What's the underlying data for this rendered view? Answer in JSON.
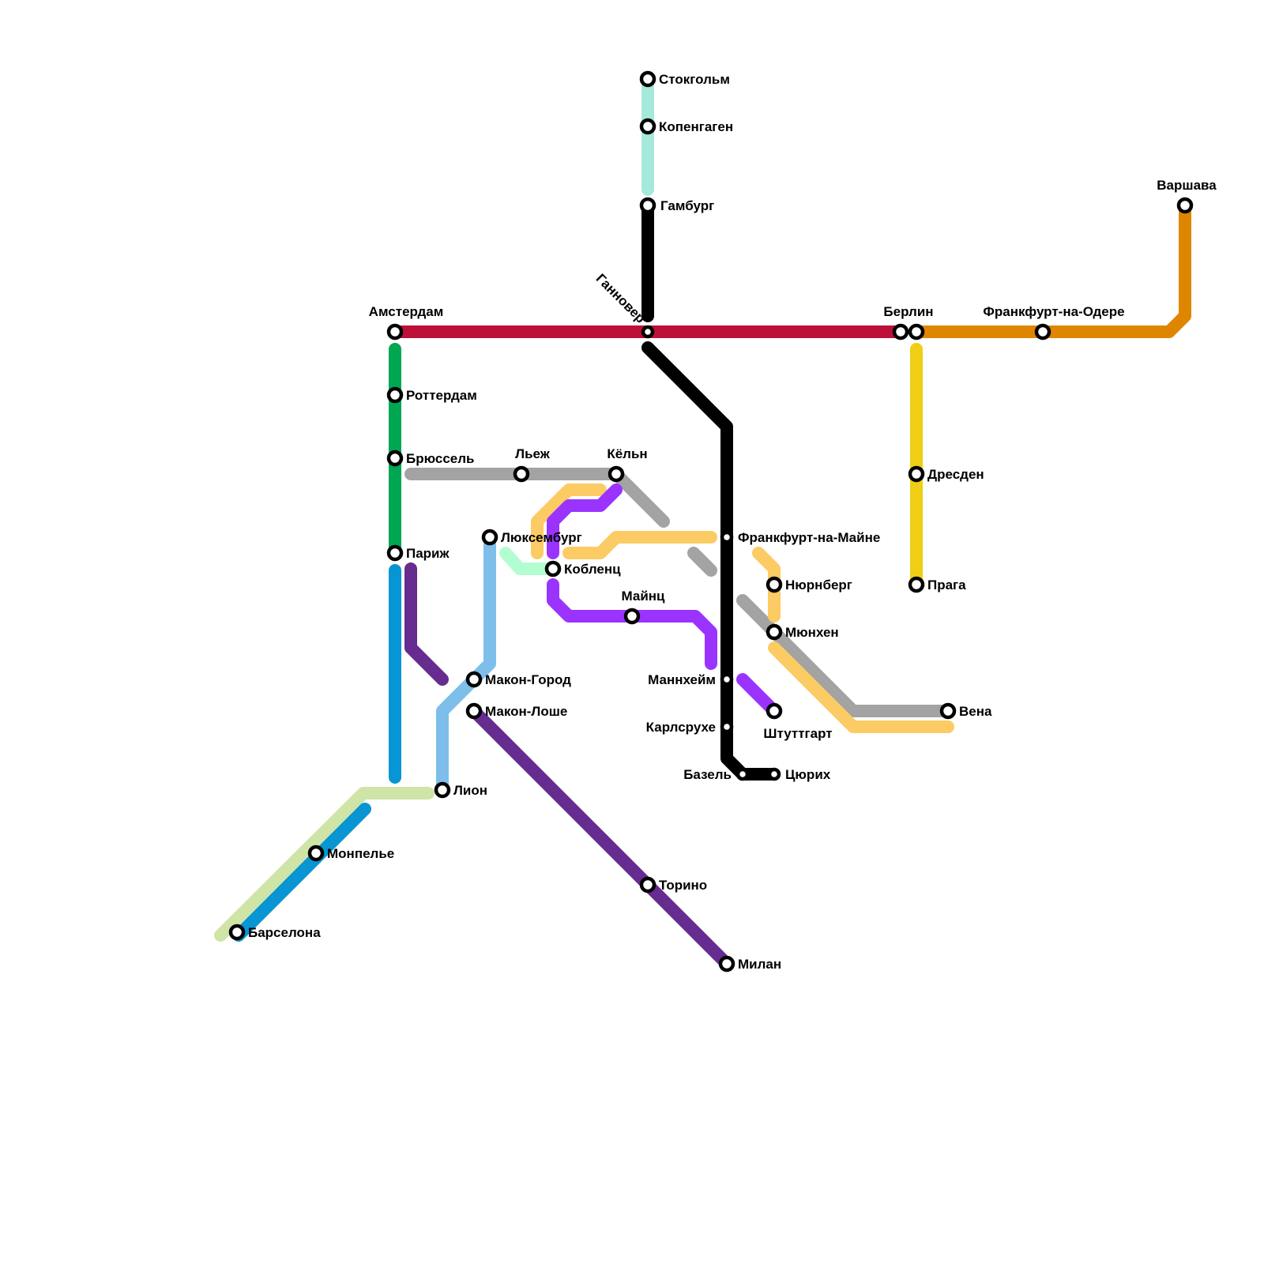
{
  "colors": {
    "crimson": "#bd1038",
    "black": "#000000",
    "green": "#00a652",
    "blue": "#0895d3",
    "light_green": "#cfe4a7",
    "light_blue": "#7dbfea",
    "dark_purple": "#662c90",
    "purple": "#9b33ff",
    "yellow_orange": "#fccb63",
    "gray": "#a3a3a3",
    "orange": "#df8600",
    "yellow": "#f0ce15",
    "aqua": "#a5e9db",
    "mint": "#b2fed1"
  },
  "stations": [
    {
      "id": "amsterdam",
      "name": "Амстердам",
      "interchange": true
    },
    {
      "id": "rotterdam",
      "name": "Роттердам",
      "interchange": true
    },
    {
      "id": "brussels",
      "name": "Брюссель",
      "interchange": true
    },
    {
      "id": "paris",
      "name": "Париж",
      "interchange": true
    },
    {
      "id": "liege",
      "name": "Льеж",
      "interchange": true
    },
    {
      "id": "cologne",
      "name": "Кёльн",
      "interchange": true
    },
    {
      "id": "luxembourg",
      "name": "Люксембург",
      "interchange": true
    },
    {
      "id": "koblenz",
      "name": "Кобленц",
      "interchange": true
    },
    {
      "id": "mainz",
      "name": "Майнц",
      "interchange": true
    },
    {
      "id": "macon_city",
      "name": "Макон-Город",
      "interchange": true
    },
    {
      "id": "macon_loche",
      "name": "Макон-Лоше",
      "interchange": true
    },
    {
      "id": "lyon",
      "name": "Лион",
      "interchange": true
    },
    {
      "id": "montpellier",
      "name": "Монпелье",
      "interchange": true
    },
    {
      "id": "barcelona",
      "name": "Барселона",
      "interchange": true
    },
    {
      "id": "torino",
      "name": "Торино",
      "interchange": true
    },
    {
      "id": "milan",
      "name": "Милан",
      "interchange": true
    },
    {
      "id": "stockholm",
      "name": "Стокгольм",
      "interchange": true
    },
    {
      "id": "copenhagen",
      "name": "Копенгаген",
      "interchange": true
    },
    {
      "id": "hamburg",
      "name": "Гамбург",
      "interchange": true
    },
    {
      "id": "hannover",
      "name": "Ганновер",
      "interchange": false
    },
    {
      "id": "frankfurt_main",
      "name": "Франкфурт-на-Майне",
      "interchange": false
    },
    {
      "id": "mannheim",
      "name": "Маннхейм",
      "interchange": false
    },
    {
      "id": "karlsruhe",
      "name": "Карлсрухе",
      "interchange": false
    },
    {
      "id": "basel",
      "name": "Базель",
      "interchange": false
    },
    {
      "id": "zurich",
      "name": "Цюрих",
      "interchange": false
    },
    {
      "id": "stuttgart",
      "name": "Штуттгарт",
      "interchange": true
    },
    {
      "id": "nuremberg",
      "name": "Нюрнберг",
      "interchange": true
    },
    {
      "id": "munich",
      "name": "Мюнхен",
      "interchange": true
    },
    {
      "id": "vienna",
      "name": "Вена",
      "interchange": true
    },
    {
      "id": "berlin",
      "name": "Берлин",
      "interchange": true
    },
    {
      "id": "frankfurt_oder",
      "name": "Франкфурт-на-Одере",
      "interchange": true
    },
    {
      "id": "warsaw",
      "name": "Варшава",
      "interchange": true
    },
    {
      "id": "dresden",
      "name": "Дресден",
      "interchange": true
    },
    {
      "id": "prague",
      "name": "Прага",
      "interchange": true
    }
  ]
}
